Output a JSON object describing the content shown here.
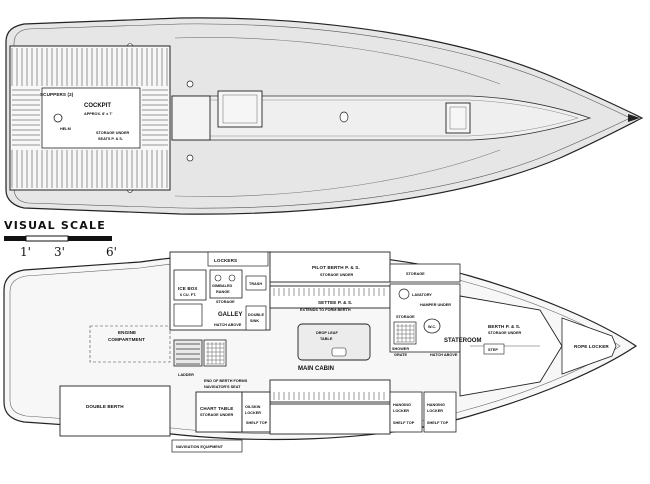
{
  "deck": {
    "cockpit": "COCKPIT",
    "cockpit_size": "APPROX. 8' x 7'",
    "scuppers": "SCUPPERS (2)",
    "helm": "HELM",
    "storage_1": "STORAGE UNDER",
    "storage_2": "SEATS P. & S."
  },
  "scale": {
    "title": "VISUAL SCALE",
    "ticks": [
      "1'",
      "3'",
      "6'"
    ]
  },
  "cabin": {
    "engine_1": "ENGINE",
    "engine_2": "COMPARTMENT",
    "lockers": "LOCKERS",
    "gimbaled_1": "GIMBALED",
    "gimbaled_2": "RANGE",
    "trash": "TRASH",
    "icebox_1": "ICE BOX",
    "icebox_2": "6 CU. FT.",
    "storage_under": "STORAGE",
    "galley": "GALLEY",
    "hatch_above": "HATCH ABOVE",
    "double_sink_1": "DOUBLE",
    "double_sink_2": "SINK",
    "pilot_berth_1": "PILOT BERTH P. & S.",
    "pilot_berth_2": "STORAGE UNDER",
    "settee_1": "SETTEE P. & S.",
    "settee_2": "EXTENDS TO FORM BERTH",
    "drop_leaf_1": "DROP LEAF",
    "drop_leaf_2": "TABLE",
    "main_cabin": "MAIN CABIN",
    "ladder": "LADDER",
    "end_berth_1": "END OF BERTH FORMS",
    "end_berth_2": "NAVIGATOR'S SEAT",
    "double_berth": "DOUBLE BERTH",
    "chart_table_1": "CHART TABLE",
    "chart_table_2": "STORAGE UNDER",
    "oilskin_1": "OILSKIN",
    "oilskin_2": "LOCKER",
    "shelf_top": "SHELF TOP",
    "nav_equipment": "NAVIGATION EQUIPMENT",
    "storage": "STORAGE",
    "lavatory": "LAVATORY",
    "hamper": "HAMPER UNDER",
    "storage_b": "STORAGE",
    "wc": "W.C.",
    "shower_1": "SHOWER",
    "shower_2": "GRATE",
    "stateroom": "STATEROOM",
    "hatch_above_2": "HATCH ABOVE",
    "step": "STEP",
    "berth_1": "BERTH P. & S.",
    "berth_2": "STORAGE UNDER",
    "hanging_1": "HANGING",
    "hanging_2": "LOCKER",
    "shelf_top_2": "SHELF TOP",
    "shelf_top_3": "SHELF TOP",
    "rope_locker": "ROPE LOCKER"
  }
}
